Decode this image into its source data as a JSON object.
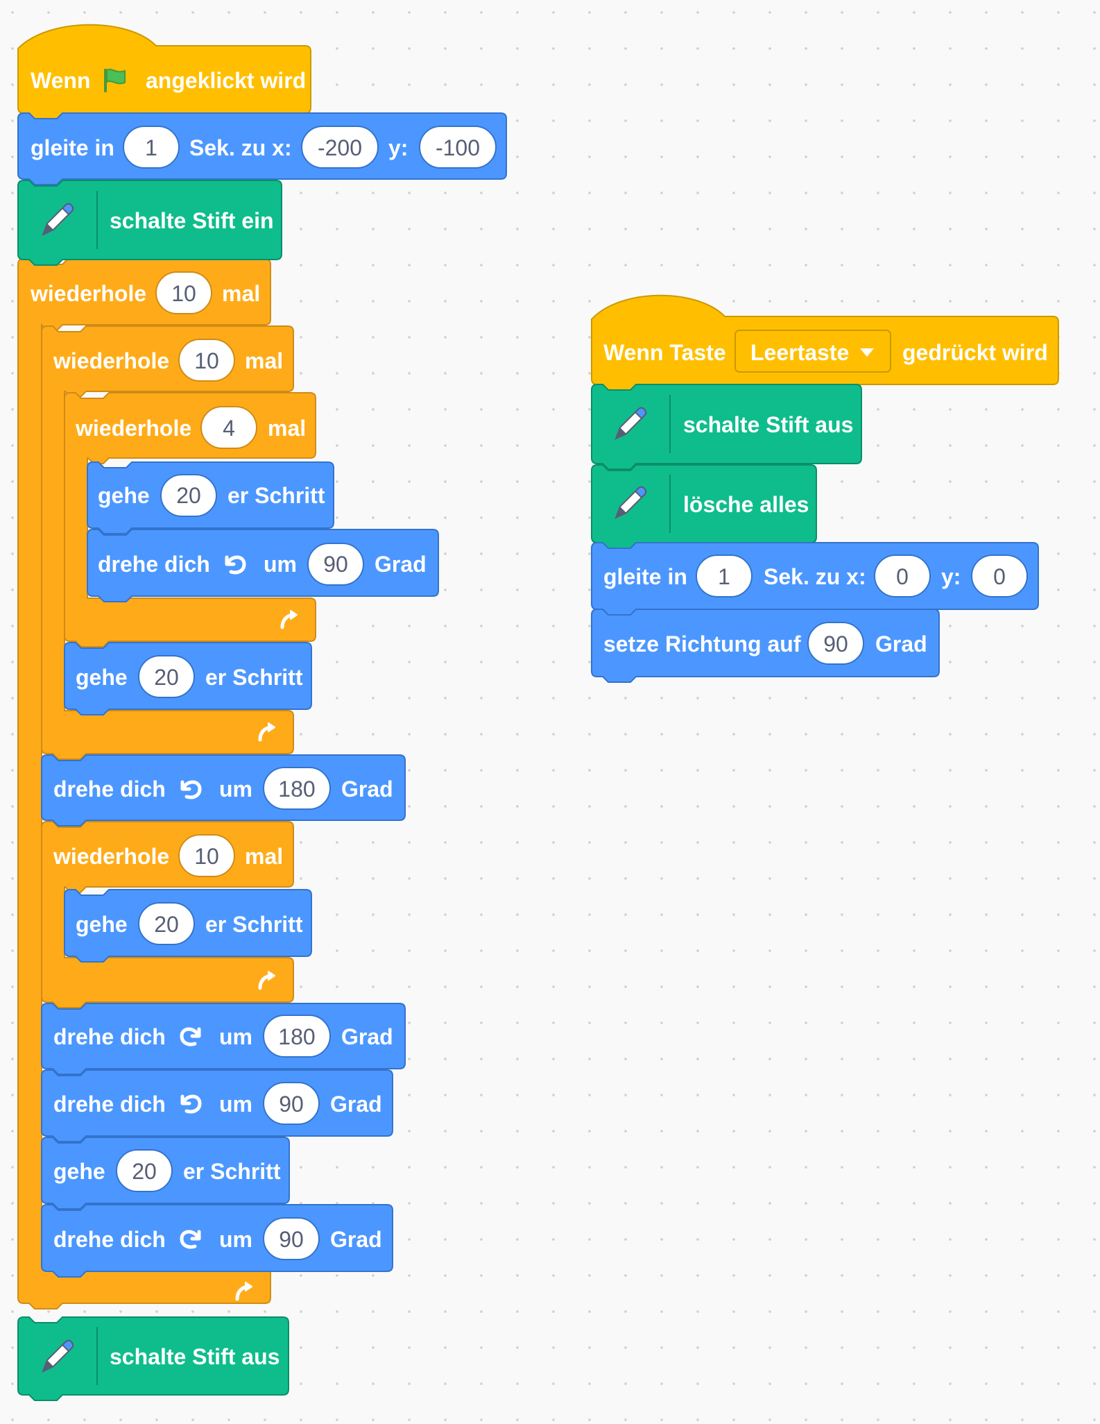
{
  "colors": {
    "events": "#ffbf00",
    "events_border": "#cc9900",
    "control": "#ffab19",
    "control_border": "#cf8b17",
    "motion": "#4c97ff",
    "motion_border": "#3373cc",
    "pen": "#0fbd8c",
    "pen_border": "#0b8e69",
    "input_text": "#575e75",
    "workspace": "#f9f9f9"
  },
  "icons": [
    "green-flag-icon",
    "pen-icon",
    "turn-left-icon",
    "turn-right-icon",
    "repeat-arrow-icon",
    "dropdown-arrow-icon"
  ],
  "script1": {
    "hat": {
      "label1": "Wenn",
      "label2": "angeklickt wird"
    },
    "glide": {
      "label1": "gleite in",
      "secs": "1",
      "label2": "Sek. zu x:",
      "x": "-200",
      "label3": "y:",
      "y": "-100"
    },
    "pen_down": {
      "label": "schalte Stift ein"
    },
    "outer_repeat": {
      "label1": "wiederhole",
      "times": "10",
      "label2": "mal"
    },
    "repeat_a": {
      "label1": "wiederhole",
      "times": "10",
      "label2": "mal"
    },
    "repeat_b": {
      "label1": "wiederhole",
      "times": "4",
      "label2": "mal"
    },
    "move_1": {
      "label1": "gehe",
      "steps": "20",
      "label2": "er Schritt"
    },
    "turn_1": {
      "label1": "drehe dich",
      "label2": "um",
      "degrees": "90",
      "label3": "Grad"
    },
    "move_2": {
      "label1": "gehe",
      "steps": "20",
      "label2": "er Schritt"
    },
    "turn_2": {
      "label1": "drehe dich",
      "label2": "um",
      "degrees": "180",
      "label3": "Grad"
    },
    "repeat_c": {
      "label1": "wiederhole",
      "times": "10",
      "label2": "mal"
    },
    "move_3": {
      "label1": "gehe",
      "steps": "20",
      "label2": "er Schritt"
    },
    "turn_3": {
      "label1": "drehe dich",
      "label2": "um",
      "degrees": "180",
      "label3": "Grad"
    },
    "turn_4": {
      "label1": "drehe dich",
      "label2": "um",
      "degrees": "90",
      "label3": "Grad"
    },
    "move_4": {
      "label1": "gehe",
      "steps": "20",
      "label2": "er Schritt"
    },
    "turn_5": {
      "label1": "drehe dich",
      "label2": "um",
      "degrees": "90",
      "label3": "Grad"
    },
    "pen_up": {
      "label": "schalte Stift aus"
    }
  },
  "script2": {
    "hat": {
      "label1": "Wenn Taste",
      "key": "Leertaste",
      "label2": "gedrückt wird"
    },
    "pen_up": {
      "label": "schalte Stift aus"
    },
    "clear": {
      "label": "lösche alles"
    },
    "glide": {
      "label1": "gleite in",
      "secs": "1",
      "label2": "Sek. zu x:",
      "x": "0",
      "label3": "y:",
      "y": "0"
    },
    "point": {
      "label1": "setze Richtung auf",
      "degrees": "90",
      "label2": "Grad"
    }
  }
}
